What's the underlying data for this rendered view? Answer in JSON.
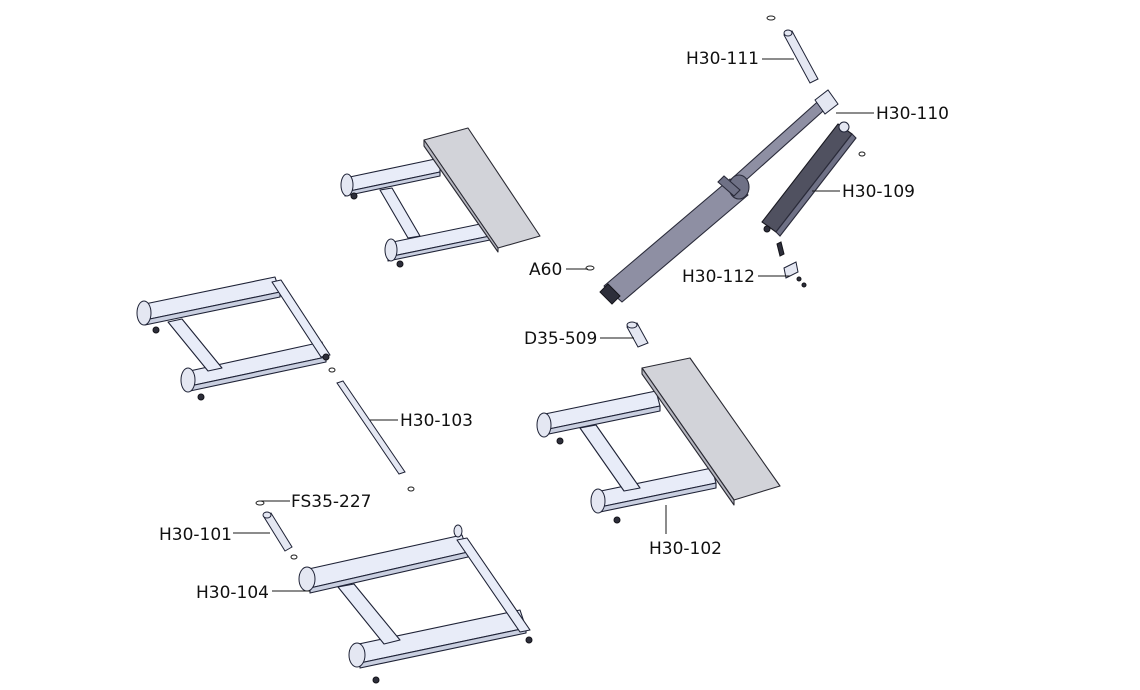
{
  "parts": {
    "h30_111": "H30-111",
    "h30_110": "H30-110",
    "h30_109": "H30-109",
    "a60": "A60",
    "h30_112": "H30-112",
    "d35_509": "D35-509",
    "h30_103": "H30-103",
    "fs35_227": "FS35-227",
    "h30_101": "H30-101",
    "h30_104": "H30-104",
    "h30_102": "H30-102"
  },
  "colors": {
    "frame_fill": "#e8ecf8",
    "cylinder_fill": "#8e8fa3",
    "link_fill": "#505160",
    "plate_fill": "#d2d3d9"
  }
}
